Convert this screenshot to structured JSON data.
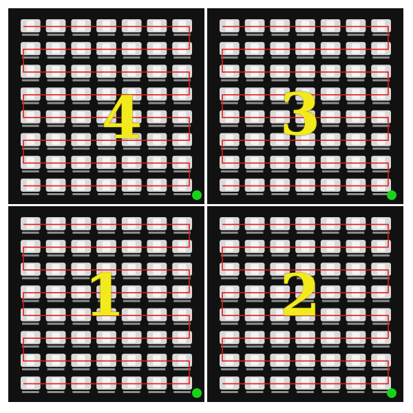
{
  "panels": [
    {
      "id": "top-left",
      "number": "4",
      "grid": {
        "rows": 8,
        "cols": 7
      }
    },
    {
      "id": "top-right",
      "number": "3",
      "grid": {
        "rows": 8,
        "cols": 7
      }
    },
    {
      "id": "bottom-left",
      "number": "1",
      "grid": {
        "rows": 8,
        "cols": 7
      }
    },
    {
      "id": "bottom-right",
      "number": "2",
      "grid": {
        "rows": 8,
        "cols": 7
      }
    }
  ],
  "colors": {
    "board": "#111111",
    "led_body": "#d9d9d9",
    "led_lens": "#f4f4f4",
    "led_pad": "#8f8f8f",
    "trace": "#e21b1b",
    "number": "#f2ea1c",
    "start_marker": "#18d418"
  },
  "icons": {
    "led": "smd-led-icon",
    "start": "green-dot-start-marker"
  }
}
